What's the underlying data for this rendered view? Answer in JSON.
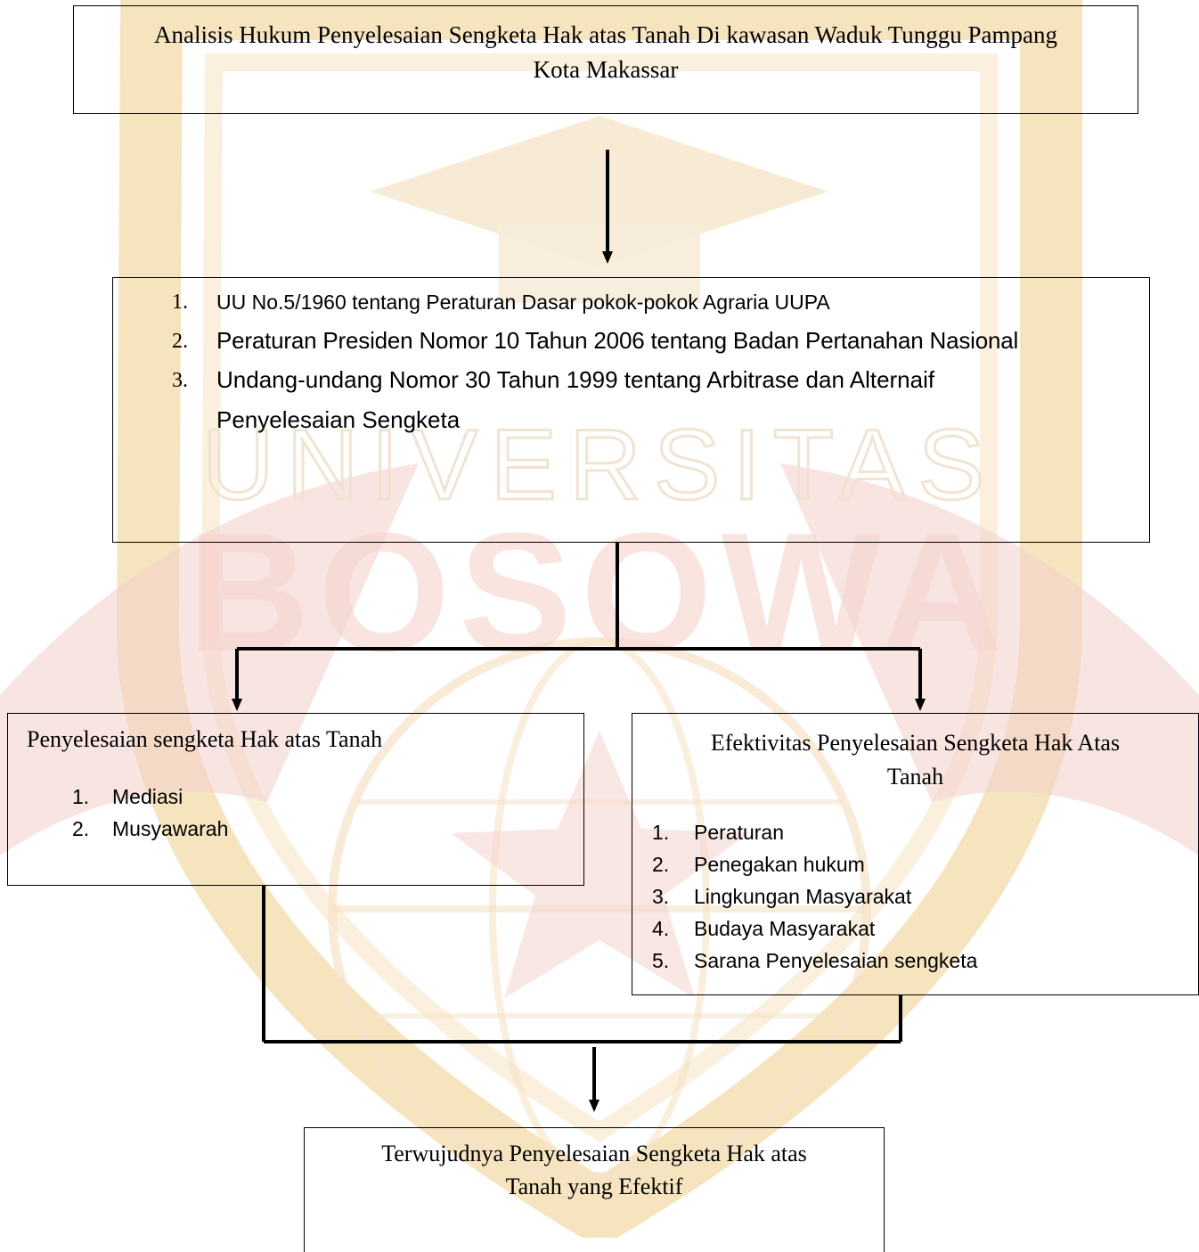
{
  "watermark": {
    "word1": "UNIVERSITAS",
    "word2": "BOSOWA",
    "colors": {
      "gold": "#f3d9a8",
      "red": "#f1c7c2",
      "pale": "#f6e7cf"
    }
  },
  "top_box": {
    "text_line1": "Analisis Hukum Penyelesaian Sengketa Hak atas Tanah Di kawasan  Waduk Tunggu Pampang",
    "text_line2": "Kota Makassar"
  },
  "laws_box": {
    "items": [
      {
        "number": "1.",
        "text": "UU No.5/1960 tentang Peraturan Dasar pokok-pokok Agraria UUPA"
      },
      {
        "number": "2.",
        "text": "Peraturan Presiden Nomor 10 Tahun 2006 tentang Badan Pertanahan Nasional"
      },
      {
        "number": "3.",
        "text_line1": "Undang-undang Nomor 30 Tahun 1999 tentang Arbitrase dan Alternaif",
        "text_line2": "Penyelesaian Sengketa"
      }
    ]
  },
  "left_box": {
    "title": "Penyelesaian sengketa Hak atas Tanah",
    "items": [
      {
        "number": "1.",
        "text": "Mediasi"
      },
      {
        "number": "2.",
        "text": "Musyawarah"
      }
    ]
  },
  "right_box": {
    "title_line1": "Efektivitas Penyelesaian Sengketa Hak Atas",
    "title_line2": "Tanah",
    "items": [
      {
        "number": "1.",
        "text": "Peraturan"
      },
      {
        "number": "2.",
        "text": "Penegakan hukum"
      },
      {
        "number": "3.",
        "text": "Lingkungan Masyarakat"
      },
      {
        "number": "4.",
        "text": "Budaya Masyarakat"
      },
      {
        "number": "5.",
        "text": "Sarana Penyelesaian sengketa"
      }
    ]
  },
  "bottom_box": {
    "text_line1": "Terwujudnya Penyelesaian Sengketa Hak atas",
    "text_line2": "Tanah yang Efektif"
  }
}
